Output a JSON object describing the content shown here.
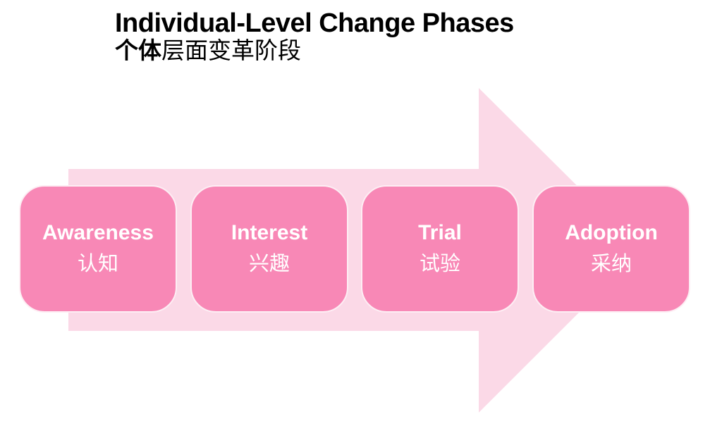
{
  "title": {
    "en": "Individual-Level Change Phases",
    "zh_bold": "个体",
    "zh_rest": "层面变革阶段"
  },
  "phases": [
    {
      "en": "Awareness",
      "zh": "认知"
    },
    {
      "en": "Interest",
      "zh": "兴趣"
    },
    {
      "en": "Trial",
      "zh": "试验"
    },
    {
      "en": "Adoption",
      "zh": "采纳"
    }
  ],
  "arrow": {
    "direction": "right"
  },
  "colors": {
    "background": "#FFFFFF",
    "title_text": "#000000",
    "arrow_fill": "#FBD9E7",
    "box_fill": "#F888B6",
    "box_border": "#FDEEF4",
    "box_text": "#FFFFFF"
  }
}
